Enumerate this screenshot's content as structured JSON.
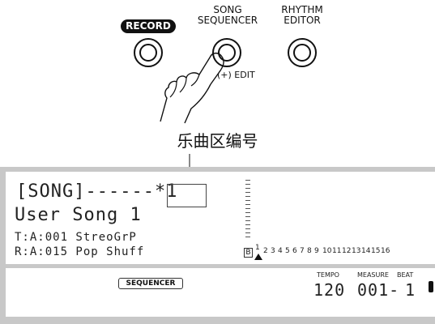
{
  "buttons": {
    "record": "RECORD",
    "song_sequencer_line1": "SONG",
    "song_sequencer_line2": "SEQUENCER",
    "rhythm_editor_line1": "RHYTHM",
    "rhythm_editor_line2": "EDITOR",
    "edit": "(+) EDIT"
  },
  "caption": "乐曲区编号",
  "display": {
    "line1": "[SONG]------*1",
    "line2": "User Song 1",
    "line3": "T:A:001 StreoGrP",
    "line4": "R:A:015 Pop Shuff",
    "b_marker": "B",
    "beats": [
      "1",
      "2",
      "3",
      "4",
      "5",
      "6",
      "7",
      "8",
      "9",
      "10",
      "11",
      "12",
      "13",
      "14",
      "15",
      "16"
    ],
    "sequencer": "SEQUENCER",
    "tempo_label": "TEMPO",
    "tempo_value": "120",
    "measure_label": "MEASURE",
    "measure_value": "001-",
    "beat_label": "BEAT",
    "beat_value": "1"
  }
}
